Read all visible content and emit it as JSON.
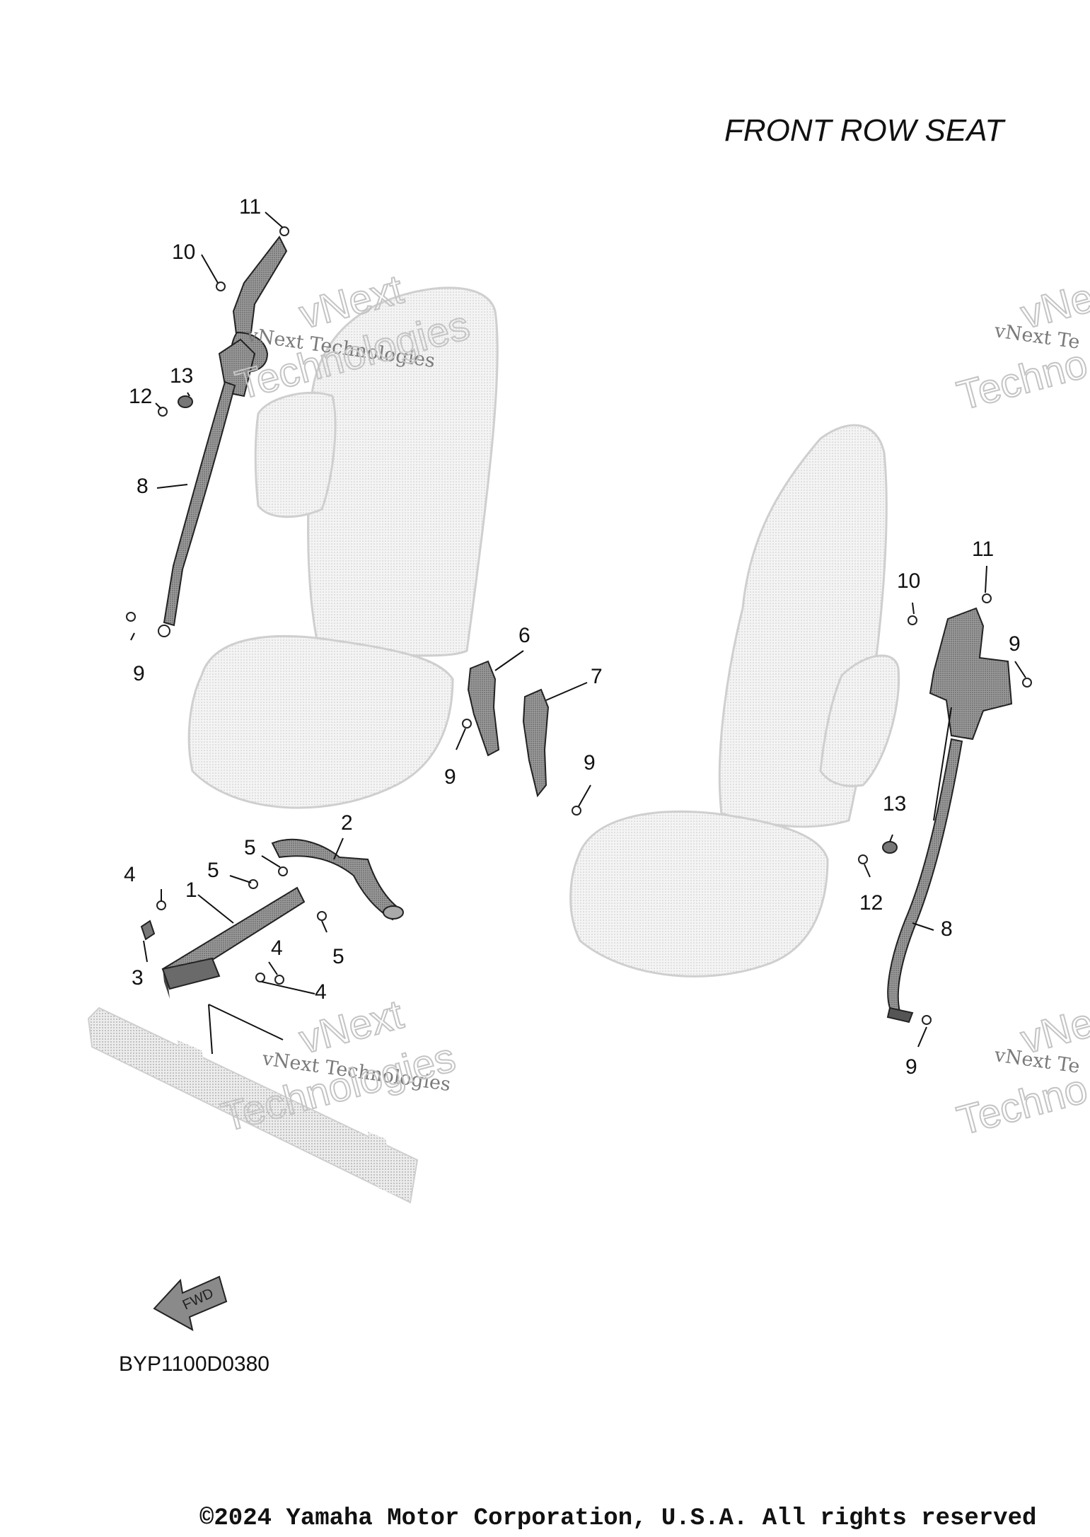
{
  "title": "FRONT ROW SEAT",
  "diagram_code": "BYP1100D0380",
  "copyright": "©2024 Yamaha Motor Corporation, U.S.A. All rights reserved",
  "watermark": {
    "line1": "vNext Technologies",
    "line2_a": "vNext",
    "line2_b": "Technologies",
    "clip1": "vNext Te",
    "clip2": "vNext",
    "clip3": "Techno"
  },
  "fwd_label": "FWD",
  "callouts": [
    {
      "id": "l11",
      "text": "11"
    },
    {
      "id": "l10",
      "text": "10"
    },
    {
      "id": "l13",
      "text": "13"
    },
    {
      "id": "l12",
      "text": "12"
    },
    {
      "id": "l8",
      "text": "8"
    },
    {
      "id": "l9",
      "text": "9"
    },
    {
      "id": "c6",
      "text": "6"
    },
    {
      "id": "c7",
      "text": "7"
    },
    {
      "id": "c9a",
      "text": "9"
    },
    {
      "id": "c9b",
      "text": "9"
    },
    {
      "id": "r11",
      "text": "11"
    },
    {
      "id": "r10",
      "text": "10"
    },
    {
      "id": "r9a",
      "text": "9"
    },
    {
      "id": "r13",
      "text": "13"
    },
    {
      "id": "r12",
      "text": "12"
    },
    {
      "id": "r8",
      "text": "8"
    },
    {
      "id": "r9b",
      "text": "9"
    },
    {
      "id": "b2",
      "text": "2"
    },
    {
      "id": "b5a",
      "text": "5"
    },
    {
      "id": "b5b",
      "text": "5"
    },
    {
      "id": "b4a",
      "text": "4"
    },
    {
      "id": "b1",
      "text": "1"
    },
    {
      "id": "b5c",
      "text": "5"
    },
    {
      "id": "b3",
      "text": "3"
    },
    {
      "id": "b4b",
      "text": "4"
    },
    {
      "id": "b4c",
      "text": "4"
    }
  ],
  "colors": {
    "line": "#111111",
    "seat_fill": "#f1f1f1",
    "seat_stroke": "#cfcfcf",
    "part_fill": "#8a8a8a",
    "frame_fill": "#d8d8d8"
  }
}
